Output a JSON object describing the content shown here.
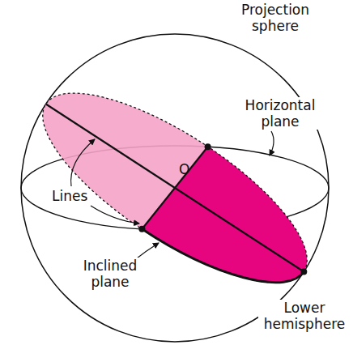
{
  "diagram": {
    "labels": [
      "Projection sphere",
      "Horizontal plane",
      "O",
      "Lines",
      "Inclined plane",
      "Lower hemisphere"
    ]
  }
}
